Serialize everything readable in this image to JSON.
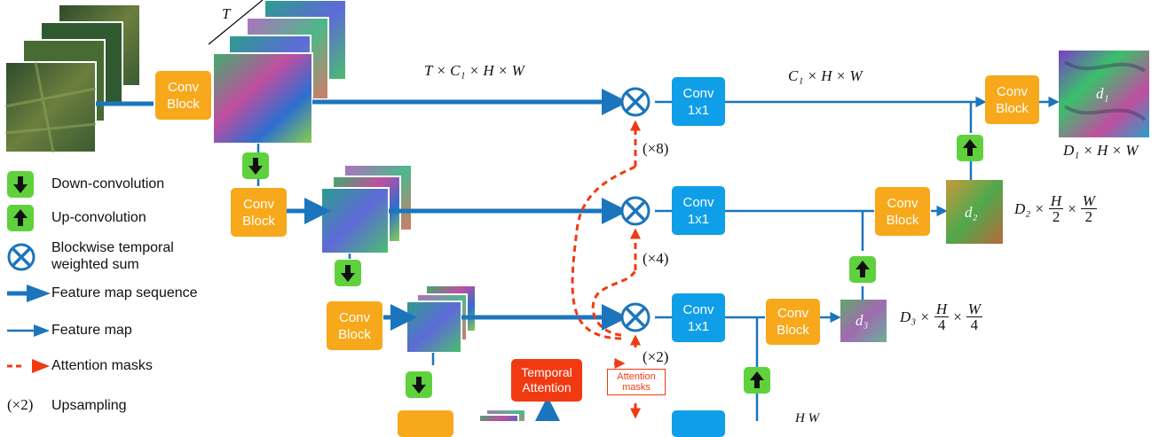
{
  "blocks": {
    "conv_block": "Conv\nBlock",
    "conv_1x1": "Conv\n1x1",
    "temporal_attention": "Temporal\nAttention",
    "attention_masks_box": "Attention\nmasks"
  },
  "labels": {
    "T": "T",
    "top_seq": "T × C₁ × H × W",
    "top_map": "C₁ × H × W",
    "out_d1_dims": "D₁ × H × W",
    "d1": "d₁",
    "d2": "d₂",
    "d3": "d₃",
    "d2_dims_prefix": "D₂ ×",
    "d3_dims_prefix": "D₃ ×",
    "H": "H",
    "W": "W",
    "two": "2",
    "four": "4",
    "times": "×",
    "up8": "(×8)",
    "up4": "(×4)",
    "up2": "(×2)",
    "bottom_dims": "H    W"
  },
  "legend": {
    "down": "Down-convolution",
    "up": "Up-convolution",
    "sum": "Blockwise temporal\nweighted sum",
    "seq": "Feature map sequence",
    "map": "Feature map",
    "attn": "Attention masks",
    "upsample_sym": "(×2)",
    "upsample": "Upsampling"
  },
  "colors": {
    "blue_line": "#1b75bc",
    "orange": "#f7a81b",
    "blue_block": "#0f9ee8",
    "green": "#5fd13c",
    "red": "#f23a12"
  }
}
